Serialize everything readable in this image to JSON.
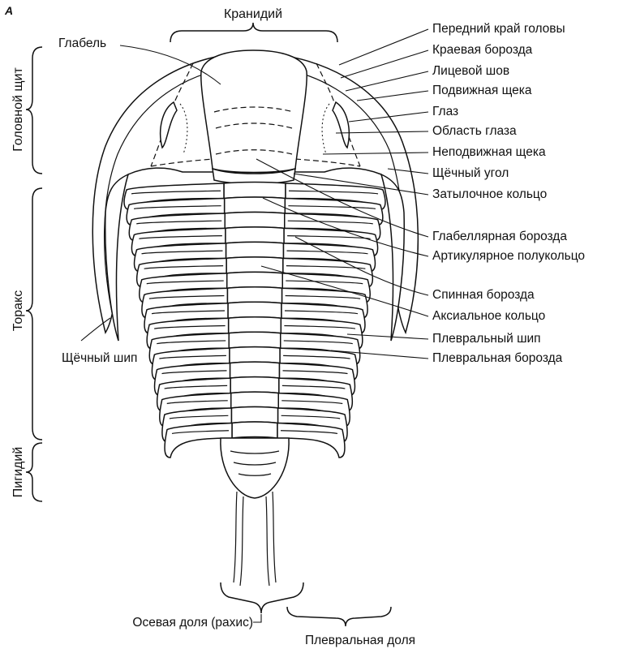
{
  "figure_letter": "A",
  "top_brace_label": "Кранидий",
  "left_labels": {
    "head": "Головной щит",
    "thorax": "Торакс",
    "pygidium": "Пигидий"
  },
  "left_callouts": {
    "glabella": "Глабель",
    "genal_spine": "Щёчный шип"
  },
  "right_callouts": [
    "Передний край головы",
    "Краевая борозда",
    "Лицевой шов",
    "Подвижная щека",
    "Глаз",
    "Область глаза",
    "Неподвижная щека",
    "Щёчный угол",
    "Затылочное кольцо",
    "Глабеллярная борозда",
    "Артикулярное полукольцо",
    "Спинная борозда",
    "Аксиальное кольцо",
    "Плевральный шип",
    "Плевральная борозда"
  ],
  "bottom_labels": {
    "axial": "Осевая доля (рахис)",
    "pleural": "Плевральная доля"
  }
}
